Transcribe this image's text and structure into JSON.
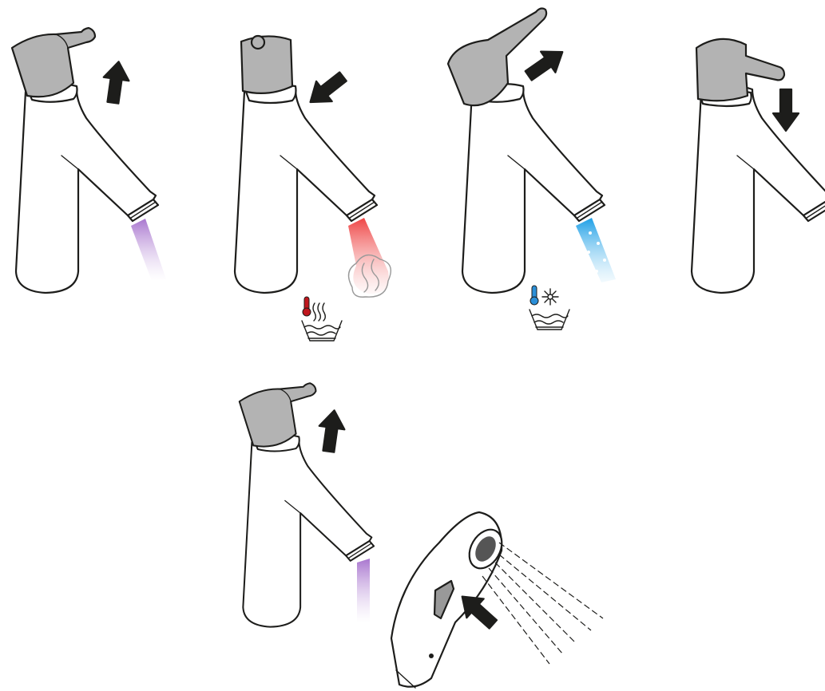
{
  "colors": {
    "outline": "#1d1d1b",
    "lever": "#b3b3b3",
    "arrow": "#1d1d1b",
    "water_neutral": "#b48cd2",
    "water_hot": "#ee4a4a",
    "water_cold": "#2fa8e6",
    "thermo_hot": "#c0171e",
    "thermo_cold": "#2b8fd8"
  },
  "steps": [
    {
      "action": "open",
      "arrow": "up",
      "water": "neutral"
    },
    {
      "action": "turn-left",
      "arrow": "left",
      "water": "hot"
    },
    {
      "action": "turn-right",
      "arrow": "right",
      "water": "cold"
    },
    {
      "action": "close",
      "arrow": "down",
      "water": "none"
    },
    {
      "action": "open-and-press-handshower-button",
      "arrow": "up",
      "water": "neutral"
    }
  ],
  "icons": [
    "hot-water-basin-icon",
    "cold-water-basin-icon",
    "handshower-icon"
  ]
}
